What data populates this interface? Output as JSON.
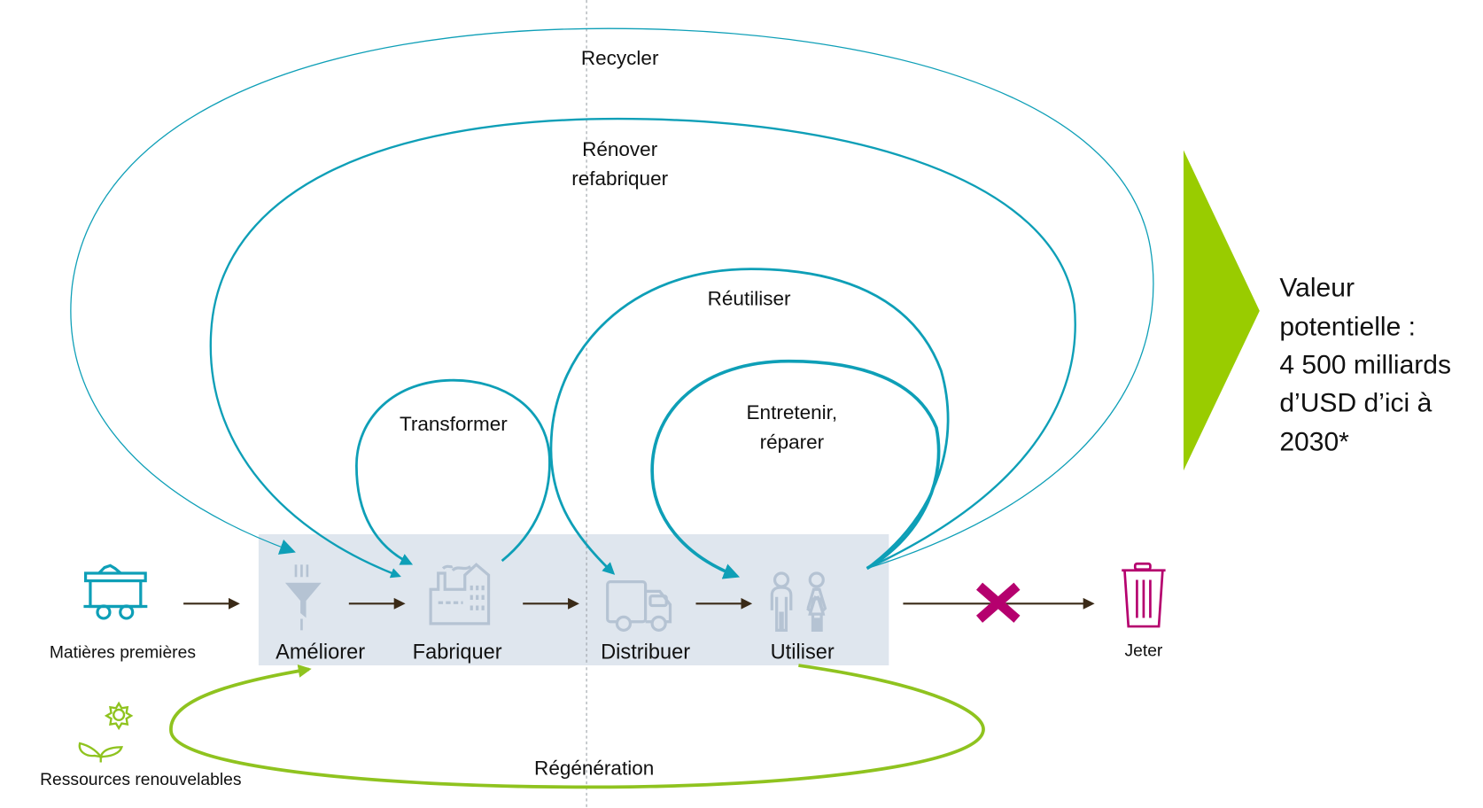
{
  "diagram": {
    "title": "Économie circulaire",
    "colors": {
      "loop": "#0e9fb7",
      "regeneration": "#8fc31f",
      "value_arrow": "#99cc00",
      "discard": "#b5006e",
      "stage_box": "#dfe6ee",
      "stage_icon": "#b5c3d3",
      "flow_arrow": "#3a2a17"
    },
    "inputs": {
      "raw_materials": {
        "label": "Matières premières",
        "icon": "mine-cart-icon"
      },
      "renewables": {
        "label": "Ressources renouvelables",
        "icon": "plant-sun-icon"
      }
    },
    "stages": [
      {
        "label": "Améliorer",
        "icon": "funnel-icon"
      },
      {
        "label": "Fabriquer",
        "icon": "factory-icon"
      },
      {
        "label": "Distribuer",
        "icon": "truck-icon"
      },
      {
        "label": "Utiliser",
        "icon": "people-icon"
      }
    ],
    "output": {
      "label": "Jeter",
      "icon": "trash-icon",
      "blocked_icon": "cross-icon"
    },
    "loops": {
      "recycle": {
        "label": "Recycler",
        "from": "Utiliser",
        "to": "Améliorer"
      },
      "refurbish": {
        "line1": "Rénover",
        "line2": "refabriquer",
        "from": "Utiliser",
        "to": "Fabriquer"
      },
      "reuse": {
        "label": "Réutiliser",
        "from": "Utiliser",
        "to": "Distribuer"
      },
      "maintain": {
        "line1": "Entretenir,",
        "line2": "réparer",
        "from": "Utiliser",
        "to": "Utiliser"
      },
      "transform": {
        "label": "Transformer",
        "from": "Fabriquer",
        "to": "Fabriquer"
      },
      "regeneration": {
        "label": "Régénération",
        "from": "Utiliser",
        "to": "Améliorer"
      }
    },
    "value": {
      "lines": [
        "Valeur",
        "potentielle :",
        "4 500 milliards",
        "d’USD d’ici à",
        "2030*"
      ]
    }
  }
}
